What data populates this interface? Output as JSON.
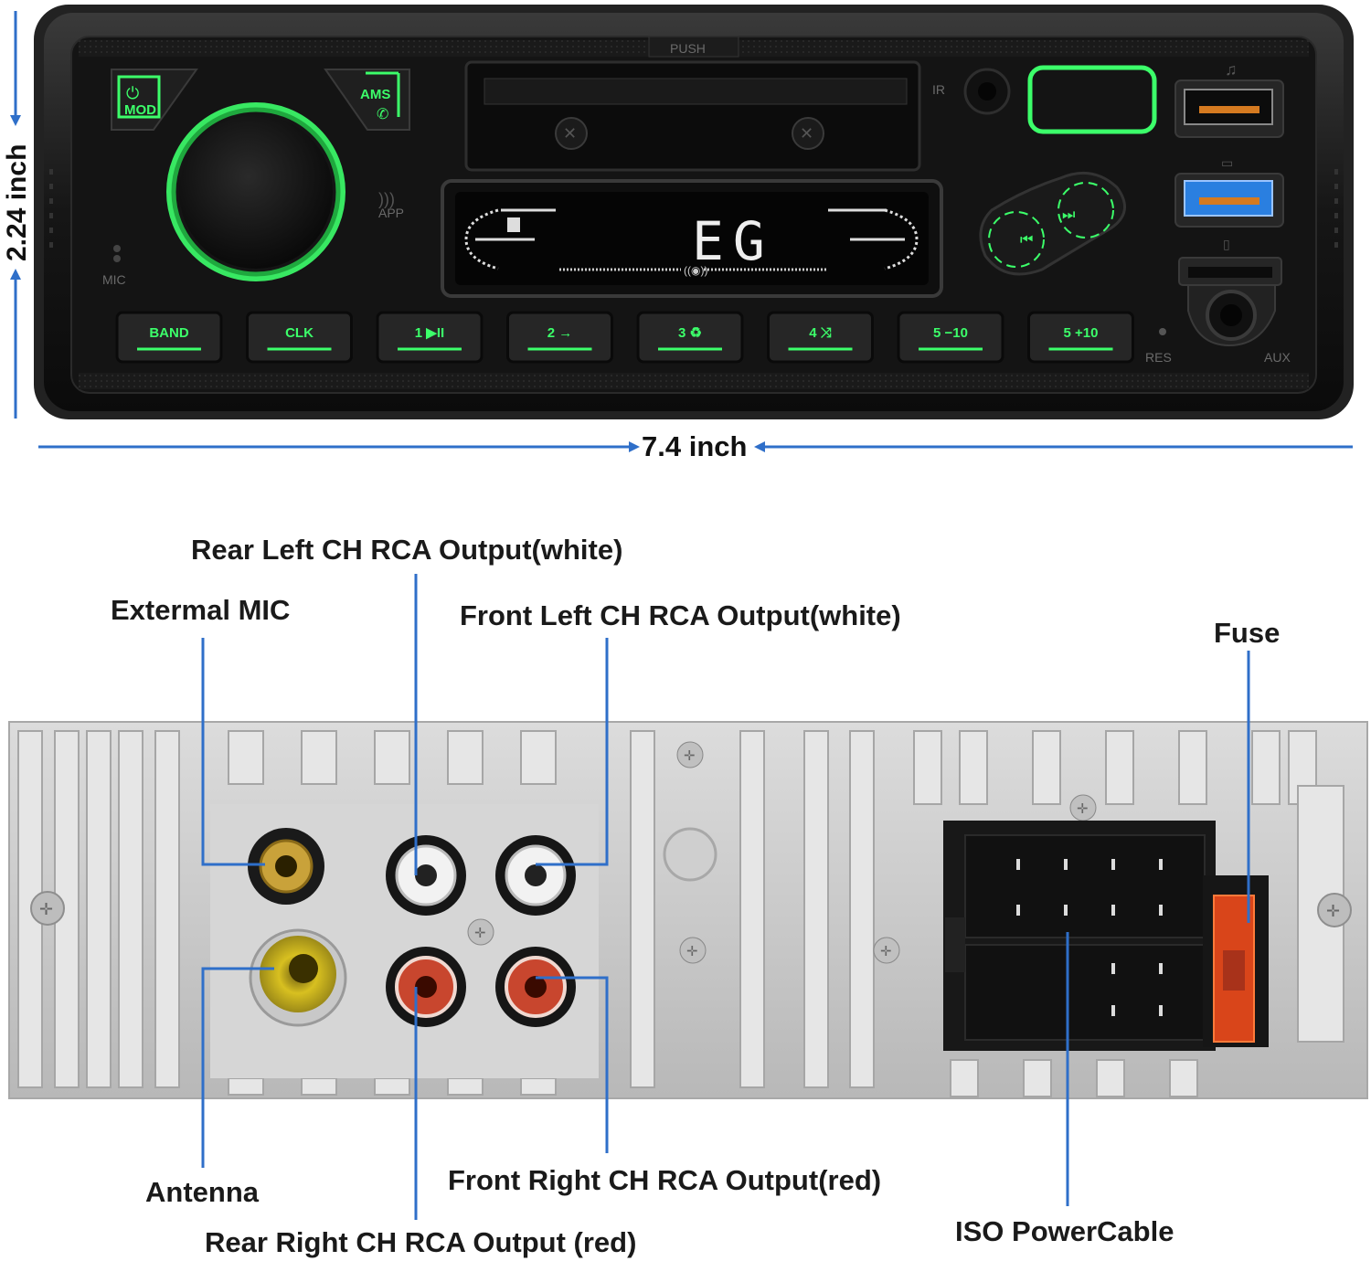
{
  "dimensions": {
    "height_label": "2.24 inch",
    "width_label": "7.4 inch"
  },
  "front_panel": {
    "push_label": "PUSH",
    "ir_label": "IR",
    "app_label": "APP",
    "mic_label": "MIC",
    "res_label": "RES",
    "aux_label": "AUX",
    "mod_label": "MOD",
    "ams_label": "AMS",
    "display_text": "EG",
    "buttons": [
      {
        "label": "BAND",
        "icon": "mic-icon"
      },
      {
        "label": "CLK",
        "icon": "mute-icon"
      },
      {
        "label": "1 ▶II",
        "icon": "play-pause-icon"
      },
      {
        "label": "2 →",
        "icon": "arrow-icon"
      },
      {
        "label": "3 ♻",
        "icon": "repeat-icon"
      },
      {
        "label": "4 ⤨",
        "icon": "shuffle-icon"
      },
      {
        "label": "5 −10",
        "icon": "folder-icon"
      },
      {
        "label": "5 +10",
        "icon": "folder-icon"
      }
    ],
    "accent_color": "#3cff6a"
  },
  "callouts": {
    "rear_left": "Rear Left CH RCA Output(white)",
    "external_mic": "Extermal MIC",
    "front_left": "Front Left CH RCA Output(white)",
    "fuse": "Fuse",
    "antenna": "Antenna",
    "front_right": "Front Right CH RCA Output(red)",
    "iso_power": "ISO PowerCable",
    "rear_right": "Rear Right CH RCA Output (red)"
  },
  "colors": {
    "leader_line": "#2f6fc9",
    "panel_dark": "#1b1b1b",
    "back_panel": "#c9c9c9"
  }
}
